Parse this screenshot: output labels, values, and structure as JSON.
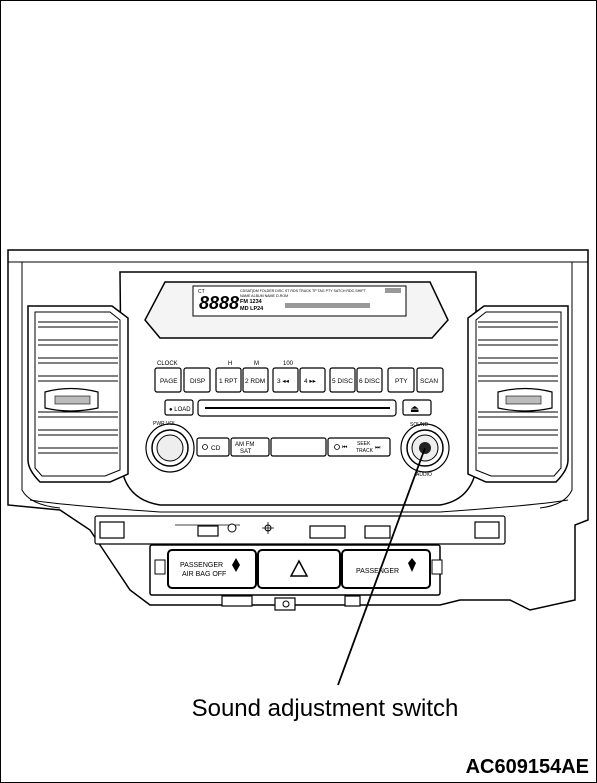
{
  "callout": {
    "label": "Sound adjustment switch"
  },
  "figure_code": "AC609154AE",
  "display": {
    "segment": "8888",
    "ct": "CT",
    "row1": "CDSAT(DM  FOLDER DISC  ST  RDS TRACK  TP TAG  PTY SATCH  RDC-SHIFT",
    "row2": "NAME  ALBUM  NAME  D-ROM",
    "fm": "FM 1234",
    "md": "MD LP24"
  },
  "labels": {
    "clock": "CLOCK",
    "h": "H",
    "m": "M",
    "n100": "100",
    "page": "PAGE",
    "disp": "DISP",
    "rpt": "1 RPT",
    "rdm": "2 RDM",
    "b3": "3 ◂◂",
    "b4": "4 ▸▸",
    "b5": "5 DISC",
    "b6": "6 DISC",
    "pty": "PTY",
    "scan": "SCAN",
    "load": "● LOAD",
    "eject": "⏏",
    "cd": "CD",
    "amfm": "AM FM",
    "sat": "SAT",
    "seek": "SEEK",
    "track": "TRACK",
    "pwr": "PWR VOL",
    "sound": "SOUND",
    "audio": "AUDIO",
    "pass_bag_1": "PASSENGER",
    "pass_bag_2": "AIR BAG OFF",
    "passenger": "PASSENGER"
  }
}
